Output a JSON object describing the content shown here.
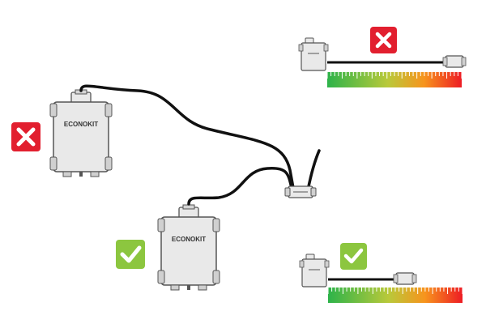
{
  "device": {
    "brand_label": "ECONOKIT"
  },
  "colors": {
    "device_body": "#e9e9e9",
    "device_outline": "#555555",
    "cable": "#111111",
    "wrong_badge": "#e21f2f",
    "correct_badge": "#8cc63f",
    "gauge_good": "#2db34a",
    "gauge_mid": "#f7941d",
    "gauge_bad": "#ed1c24"
  },
  "icons": {
    "wrong": "cross-mark-icon",
    "correct": "check-mark-icon"
  },
  "examples": {
    "long_cable": {
      "status": "wrong",
      "cable_length_fraction": 0.85
    },
    "short_cable": {
      "status": "correct",
      "cable_length_fraction": 0.43
    }
  }
}
